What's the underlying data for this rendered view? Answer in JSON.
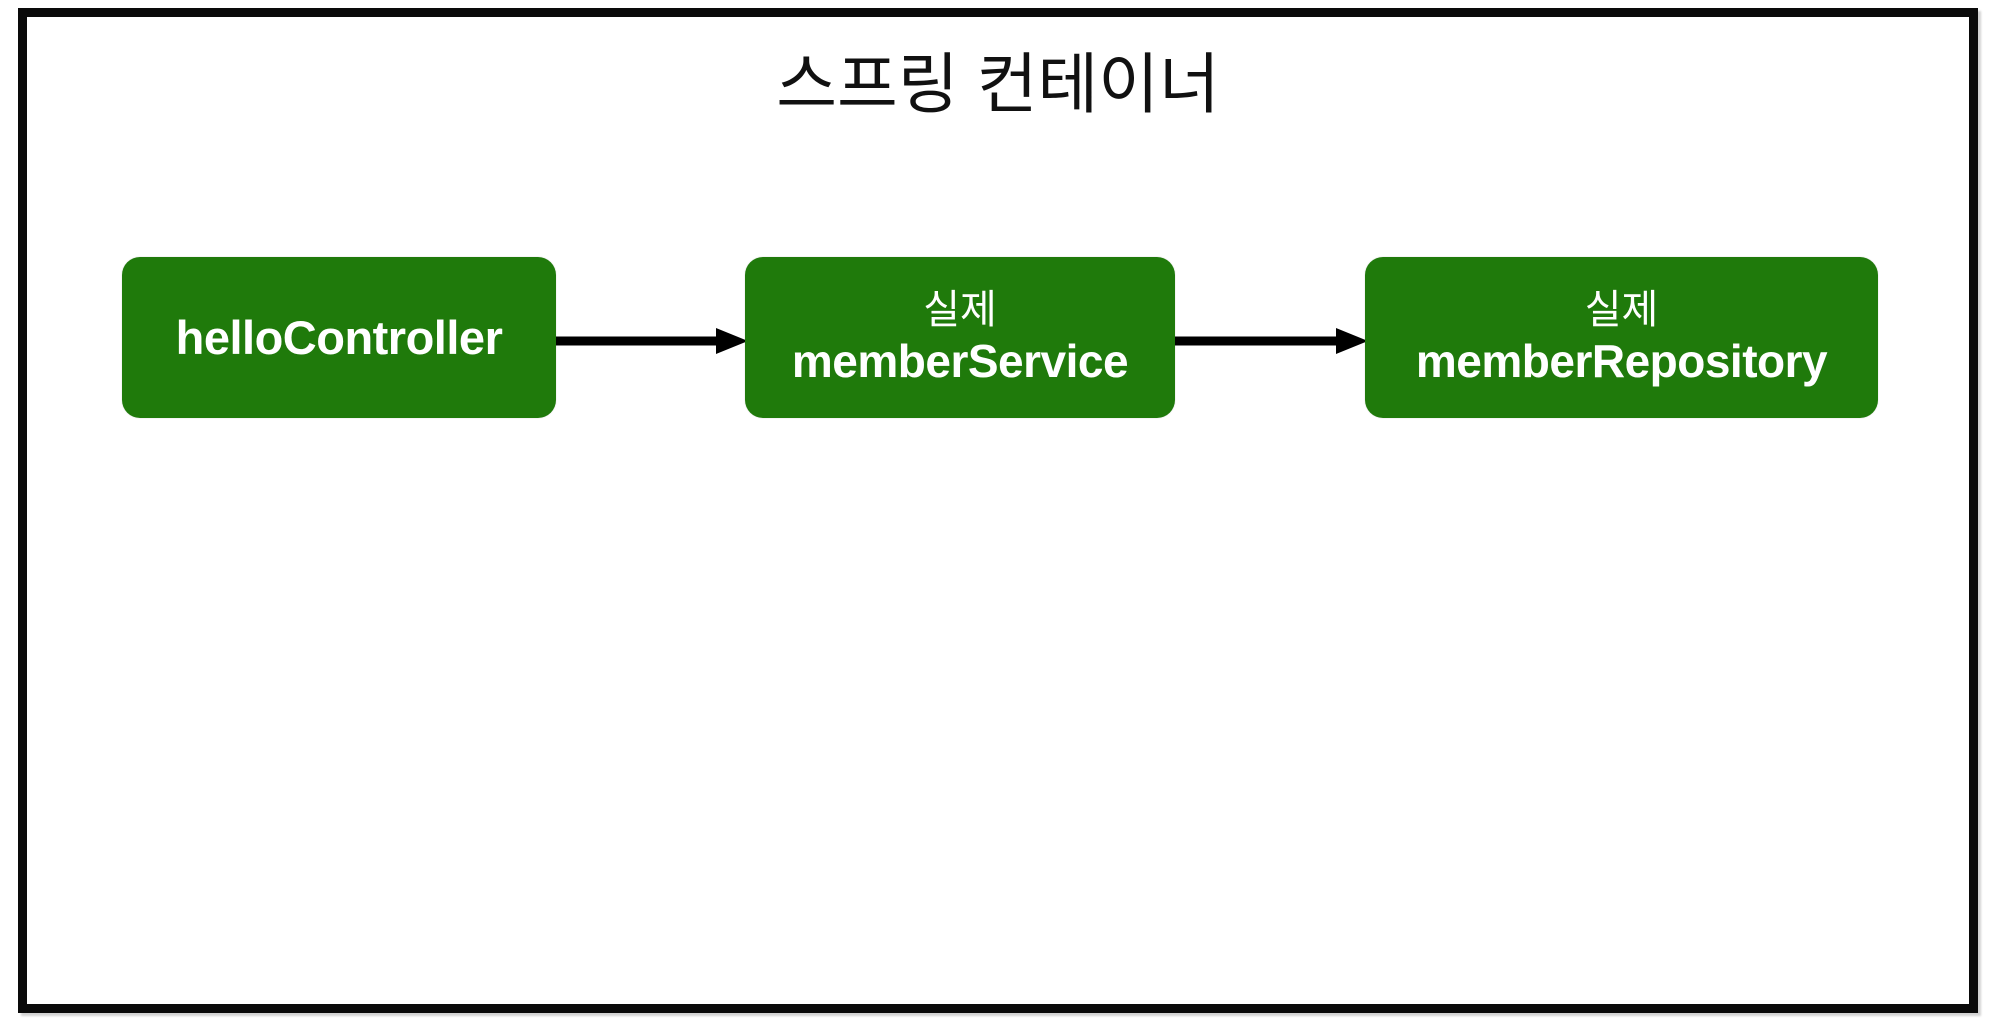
{
  "diagram": {
    "title": "스프링 컨테이너",
    "type": "flow",
    "frame_color": "#0a0a0a",
    "background_color": "#ffffff",
    "node_fill_color": "#1F7A0B",
    "node_text_color": "#ffffff",
    "edge_color": "#000000",
    "nodes": [
      {
        "id": "helloController",
        "line1": "",
        "line2": "helloController"
      },
      {
        "id": "memberService",
        "line1": "실제",
        "line2": "memberService"
      },
      {
        "id": "memberRepository",
        "line1": "실제",
        "line2": "memberRepository"
      }
    ],
    "edges": [
      {
        "from": "helloController",
        "to": "memberService",
        "label": "",
        "style": "solid-arrow"
      },
      {
        "from": "memberService",
        "to": "memberRepository",
        "label": "",
        "style": "solid-arrow"
      }
    ]
  }
}
